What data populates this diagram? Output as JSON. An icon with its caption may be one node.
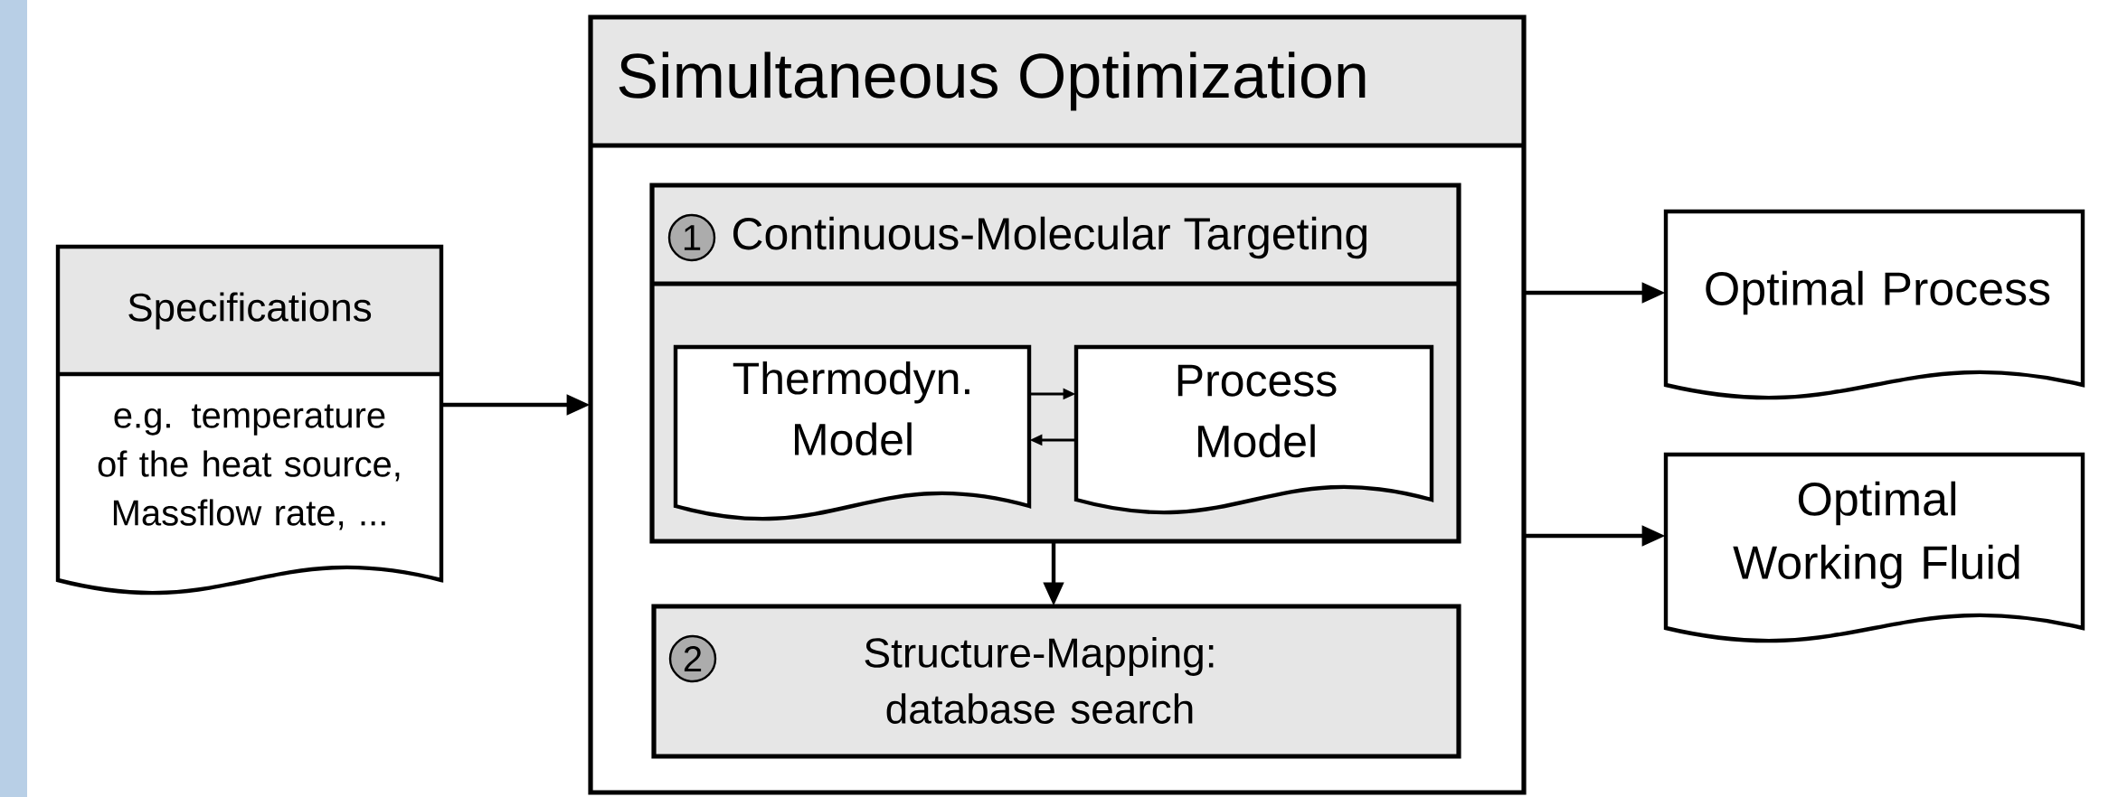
{
  "diagram": {
    "nodes": [
      {
        "text": [
          "Specifications",
          "e.g. temperature of the heat source, Massflow rate, ..."
        ]
      },
      {
        "text": [
          "Simultaneous Optimization"
        ]
      },
      {
        "text": [
          "1",
          "Continuous-Molecular Targeting"
        ],
        "in": 1
      },
      {
        "text": [
          "Thermodyn. Model"
        ],
        "in": 2
      },
      {
        "text": [
          "Process Model"
        ],
        "in": 2
      },
      {
        "text": [
          "2",
          "Structure-Mapping: database search"
        ],
        "in": 1
      },
      {
        "text": [
          "Optimal Process"
        ]
      },
      {
        "text": [
          "Optimal Working Fluid"
        ]
      },
      {
        "text": [],
        "shape": "bar"
      }
    ],
    "edges": [
      {
        "from": 0,
        "to": 1,
        "arrow": "to"
      },
      {
        "from": 3,
        "to": 4,
        "arrow": "to"
      },
      {
        "from": 4,
        "to": 3,
        "arrow": "to"
      },
      {
        "from": 2,
        "to": 5,
        "arrow": "to"
      },
      {
        "from": 1,
        "to": 6,
        "arrow": "to"
      },
      {
        "from": 1,
        "to": 7,
        "arrow": "to"
      }
    ]
  }
}
